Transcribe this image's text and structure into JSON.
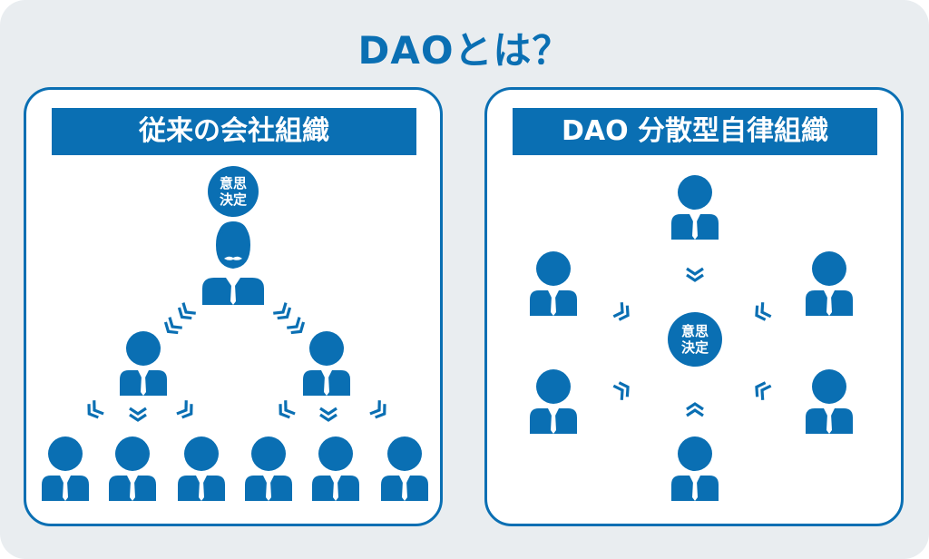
{
  "title": "DAOとは？",
  "left_panel": {
    "heading": "従来の会社組織",
    "decision_line1": "意思",
    "decision_line2": "決定"
  },
  "right_panel": {
    "heading": "DAO 分散型自律組織",
    "decision_line1": "意思",
    "decision_line2": "決定"
  },
  "colors": {
    "primary": "#0a6fb3",
    "background": "#e9edf0",
    "panel": "#ffffff"
  },
  "icons": [
    "person-icon",
    "leader-person-icon",
    "chevron-arrow-icon",
    "decision-circle-icon"
  ]
}
